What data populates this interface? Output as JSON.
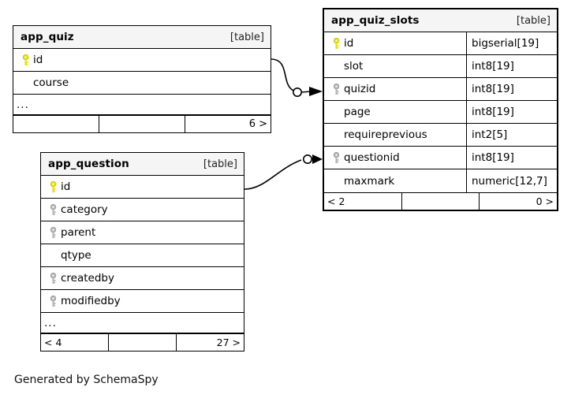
{
  "diagram": {
    "caption": "Generated by SchemaSpy",
    "kind_label": "[table]",
    "ellipsis": "...",
    "pk_icon": "yellow-key-icon",
    "fk_icon": "gray-key-icon",
    "colors": {
      "primary_key": "#e8e000",
      "foreign_key": "#b0b0b0",
      "header_bg": "#f5f5f5",
      "border": "#000000",
      "background": "#ffffff",
      "text": "#000000"
    }
  },
  "tables": [
    {
      "id": "app_quiz",
      "name": "app_quiz",
      "kind": "[table]",
      "columns": [
        {
          "name": "id",
          "type": "",
          "key": "primary"
        },
        {
          "name": "course",
          "type": "",
          "key": "none"
        }
      ],
      "has_ellipsis_row": true,
      "footer": {
        "left": "",
        "middle": "",
        "right": "6 >"
      }
    },
    {
      "id": "app_quiz_slots",
      "name": "app_quiz_slots",
      "kind": "[table]",
      "columns": [
        {
          "name": "id",
          "type": "bigserial[19]",
          "key": "primary"
        },
        {
          "name": "slot",
          "type": "int8[19]",
          "key": "none"
        },
        {
          "name": "quizid",
          "type": "int8[19]",
          "key": "foreign"
        },
        {
          "name": "page",
          "type": "int8[19]",
          "key": "none"
        },
        {
          "name": "requireprevious",
          "type": "int2[5]",
          "key": "none"
        },
        {
          "name": "questionid",
          "type": "int8[19]",
          "key": "foreign"
        },
        {
          "name": "maxmark",
          "type": "numeric[12,7]",
          "key": "none"
        }
      ],
      "has_ellipsis_row": false,
      "footer": {
        "left": "< 2",
        "middle": "",
        "right": "0 >"
      }
    },
    {
      "id": "app_question",
      "name": "app_question",
      "kind": "[table]",
      "columns": [
        {
          "name": "id",
          "type": "",
          "key": "primary"
        },
        {
          "name": "category",
          "type": "",
          "key": "foreign"
        },
        {
          "name": "parent",
          "type": "",
          "key": "foreign"
        },
        {
          "name": "qtype",
          "type": "",
          "key": "none"
        },
        {
          "name": "createdby",
          "type": "",
          "key": "foreign"
        },
        {
          "name": "modifiedby",
          "type": "",
          "key": "foreign"
        }
      ],
      "has_ellipsis_row": true,
      "footer": {
        "left": "< 4",
        "middle": "",
        "right": "27 >"
      }
    }
  ],
  "relationships": [
    {
      "from_table": "app_quiz",
      "from_column": "id",
      "to_table": "app_quiz_slots",
      "to_column": "quizid"
    },
    {
      "from_table": "app_question",
      "from_column": "id",
      "to_table": "app_quiz_slots",
      "to_column": "questionid"
    }
  ]
}
